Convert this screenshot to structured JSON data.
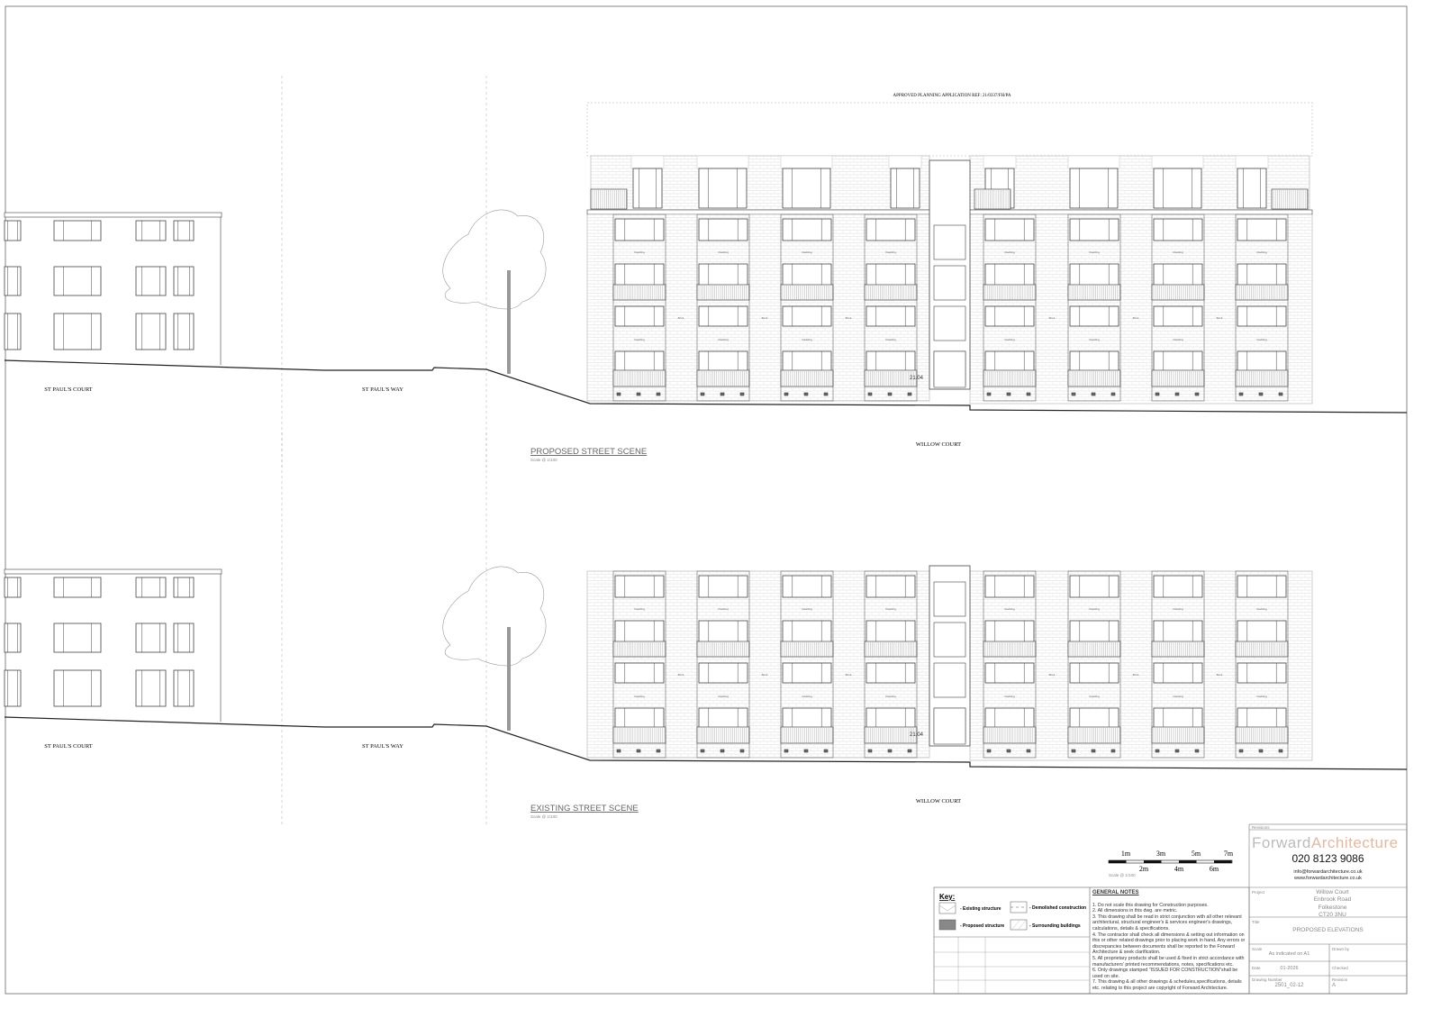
{
  "drawing": {
    "planning_ref": "APPROVED PLANNING APPLICATION REF: 21/0337/FH/PA",
    "level_marker": "21.04",
    "material_labels": {
      "cladding": "Cladding",
      "brick": "Brick"
    },
    "scenes": [
      {
        "title": "PROPOSED STREET SCENE",
        "scale": "Scale @ 1/100",
        "proposed": true,
        "labels": {
          "left_building": "ST PAUL'S COURT",
          "road": "ST PAUL'S WAY",
          "main_building": "WILLOW COURT"
        }
      },
      {
        "title": "EXISTING STREET SCENE",
        "scale": "Scale @ 1/100",
        "proposed": false,
        "labels": {
          "left_building": "ST PAUL'S COURT",
          "road": "ST PAUL'S WAY",
          "main_building": "WILLOW COURT"
        }
      }
    ]
  },
  "scale_bar": {
    "top_labels": [
      "1m",
      "3m",
      "5m",
      "7m"
    ],
    "bottom_labels": [
      "2m",
      "4m",
      "6m"
    ],
    "caption": "Scale @ 1/100"
  },
  "key": {
    "title": "Key:",
    "items": [
      "- Existing structure",
      "- Demolished construction",
      "- Proposed structure",
      "- Surrounding buildings"
    ]
  },
  "general_notes": {
    "title": "GENERAL NOTES",
    "items": [
      "1. Do not scale this drawing for Construction purposes.",
      "2. All dimensions in this dwg. are metric.",
      "3. This drawing shall be read in strict conjunction with all other relevant architectural, structural engineer's & services engineer's drawings, calculations, details & specifications.",
      "4. The contractor shall check all dimensions & setting out information on this or other related drawings prior to placing work in hand. Any errors or discrepancies between documents shall be reported to the Forward Architecture & seek clarification.",
      "5. All proprietary products shall be used & fixed in strict accordance with manufacturers' printed recommendations, notes, specifications etc.",
      "6. Only drawings stamped \"ISSUED FOR CONSTRUCTION\"shall be used on site.",
      "7. This drawing & all other drawings & schedules,specifications, details etc. relating to this project are copyright of Forward Architecture."
    ]
  },
  "title_block": {
    "revisions_label": "Revisions",
    "logo_part1": "Forward",
    "logo_part2": "Architecture",
    "phone": "020 8123 9086",
    "email": "info@forwardarchitecture.co.uk",
    "website": "www.forwardarchitecture.co.uk",
    "project_label": "Project",
    "project_lines": [
      "Willow Court",
      "Enbrook Road",
      "Folkestone",
      "CT20 3NU"
    ],
    "title_label": "Title",
    "title": "PROPOSED ELEVATIONS",
    "scale_label": "Scale",
    "scale": "As indicated on A1",
    "drawn_by_label": "Drawn by",
    "date_label": "Date",
    "date": "01-2026",
    "checked_label": "Checked",
    "drawing_number_label": "Drawing Number",
    "drawing_number": "2501_02-12",
    "revision_label": "Revision",
    "revision": "A"
  }
}
